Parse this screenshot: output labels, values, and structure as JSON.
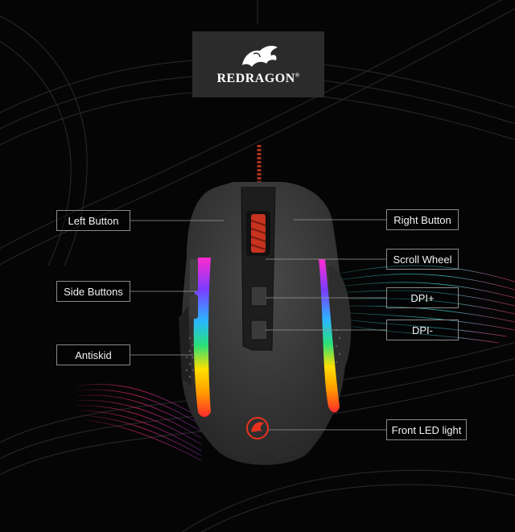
{
  "brand": {
    "name": "REDRAGON",
    "trademark": "®",
    "logo_icon": "dragon-logo-icon"
  },
  "callouts": {
    "left_button": "Left Button",
    "right_button": "Right Button",
    "scroll_wheel": "Scroll Wheel",
    "side_buttons": "Side Buttons",
    "dpi_plus": "DPI+",
    "dpi_minus": "DPI-",
    "antiskid": "Antiskid",
    "front_led": "Front LED light"
  },
  "colors": {
    "background": "#050505",
    "mouse_body": "#3a3a3a",
    "accent_red": "#e8321e",
    "rgb_strip": [
      "#ff2a2a",
      "#ff9a00",
      "#ffe000",
      "#28e07a",
      "#2ab8ff",
      "#7a3cff",
      "#ff2ad0"
    ],
    "ribbon_pink": "#ff2f7a",
    "ribbon_cyan": "#3ad6d6"
  }
}
